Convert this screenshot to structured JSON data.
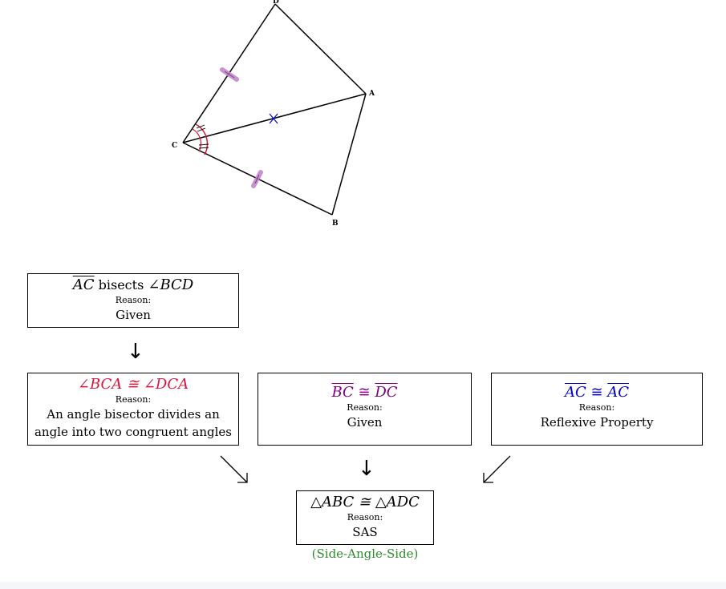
{
  "figure": {
    "labels": {
      "D": "D",
      "A": "A",
      "B": "B",
      "C": "C"
    }
  },
  "boxes": {
    "given_bisect": {
      "stmt_seg": "AC",
      "stmt_word": " bisects ",
      "stmt_angle": "∠BCD",
      "reason_label": "Reason:",
      "reason": "Given"
    },
    "angles": {
      "stmt": "∠BCA ≅ ∠DCA",
      "reason_label": "Reason:",
      "reason": "An angle bisector divides an angle into two congruent angles",
      "color": "#dc143c"
    },
    "sides_bc_dc": {
      "seg1": "BC",
      "cong": " ≅ ",
      "seg2": "DC",
      "reason_label": "Reason:",
      "reason": "Given",
      "color": "#800080"
    },
    "reflexive": {
      "seg1": "AC",
      "cong": " ≅ ",
      "seg2": "AC",
      "reason_label": "Reason:",
      "reason": "Reflexive Property",
      "color": "#0000cd"
    },
    "conclusion": {
      "stmt": "△ABC ≅ △ADC",
      "reason_label": "Reason:",
      "reason": "SAS",
      "note": "(Side-Angle-Side)"
    }
  },
  "arrows": {
    "down1": "↓",
    "down2": "↓",
    "diag_left": "↘",
    "diag_right": "↙"
  },
  "colors": {
    "tick_pink": "#c080c8",
    "angle_red": "#dc143c",
    "bisector_blue": "#0000cd",
    "note_green": "#2e8b2e"
  }
}
